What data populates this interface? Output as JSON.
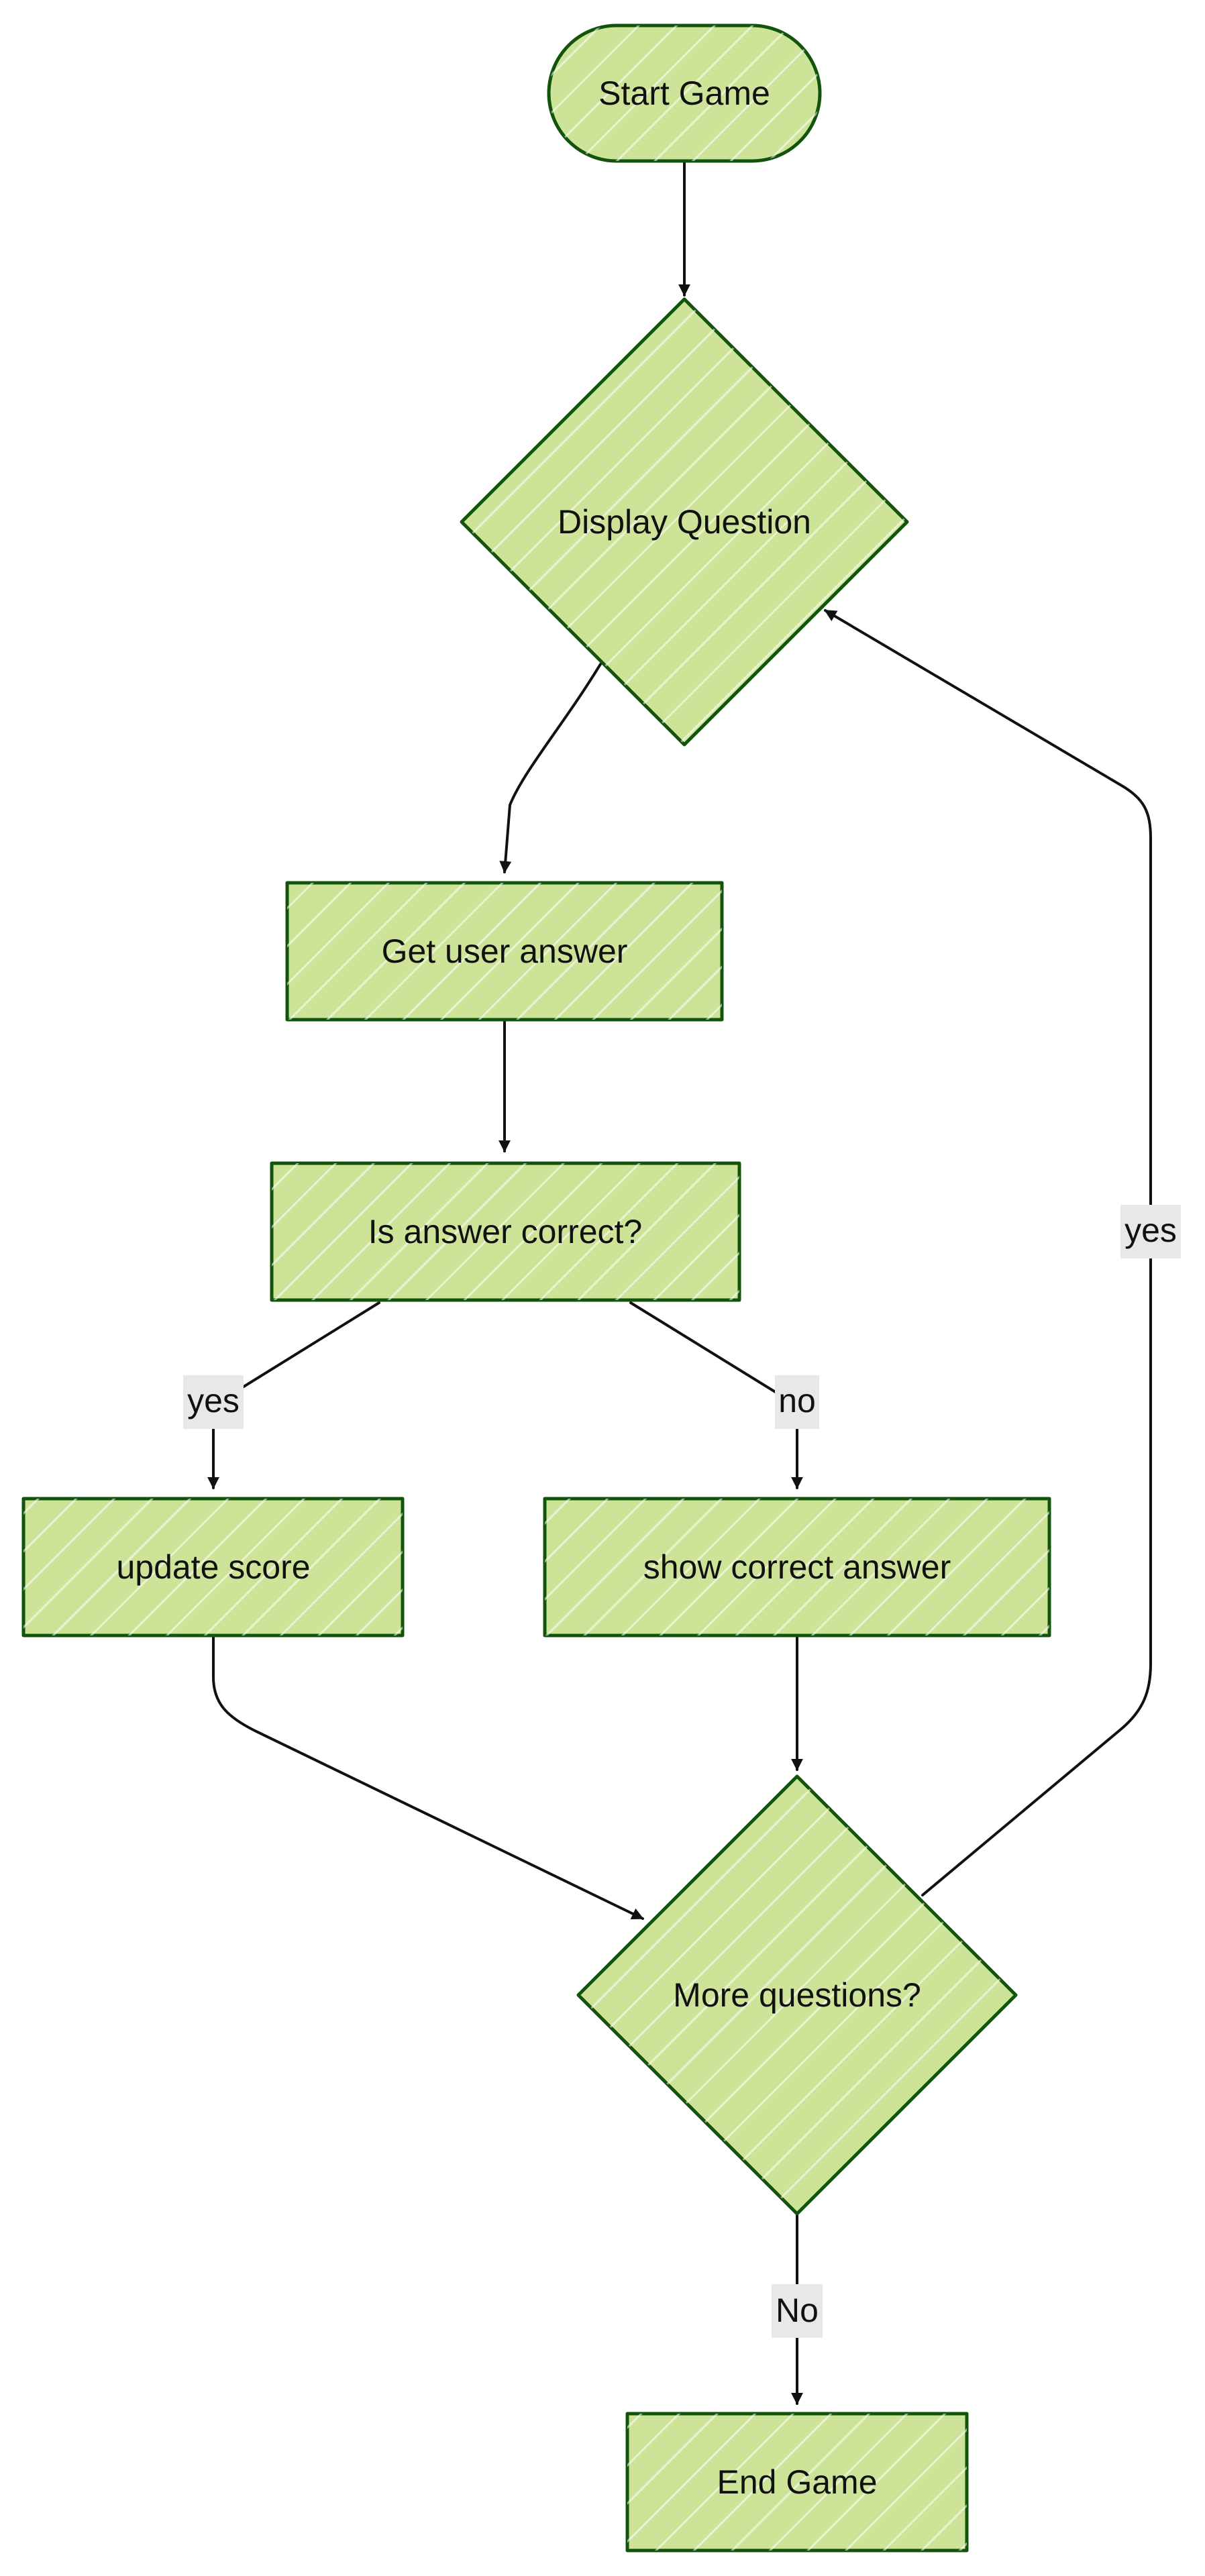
{
  "colors": {
    "node_fill": "#cde498",
    "node_stroke": "#13540c",
    "edge": "#111111",
    "edge_label_bg": "#e8e8e8"
  },
  "nodes": {
    "start_game": "Start Game",
    "display_question": "Display Question",
    "get_user_answer": "Get user answer",
    "is_answer_correct": "Is answer correct?",
    "update_score": "update score",
    "show_correct_answer": "show correct answer",
    "more_questions": "More questions?",
    "end_game": "End Game"
  },
  "edges": {
    "correct_yes": "yes",
    "correct_no": "no",
    "more_yes": "yes",
    "more_no": "No"
  }
}
